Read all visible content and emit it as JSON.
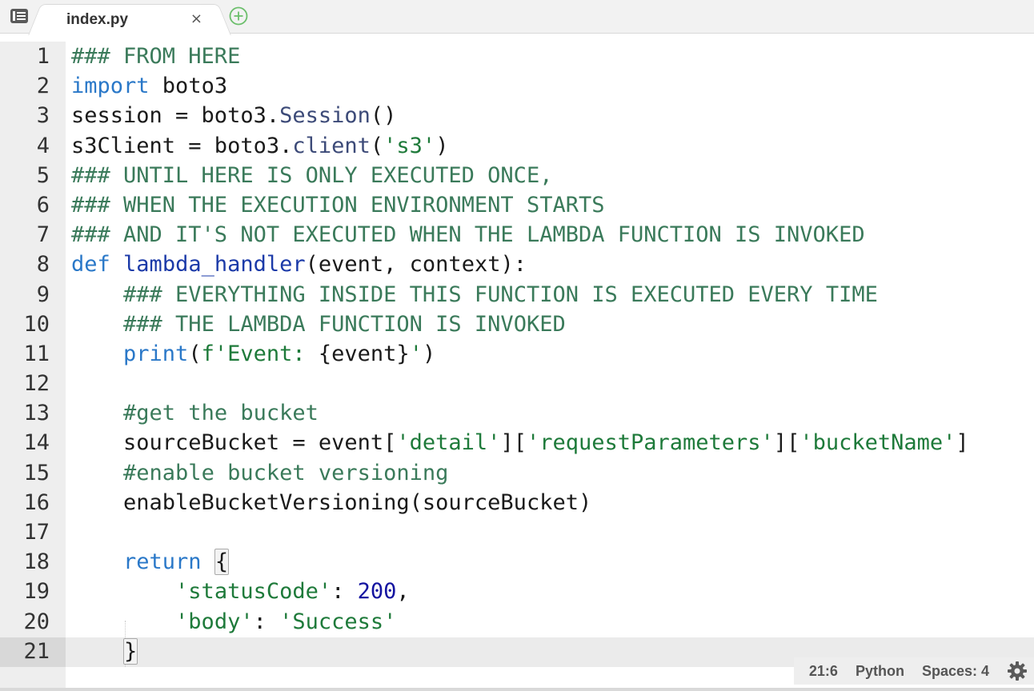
{
  "tabbar": {
    "file_tab": {
      "title": "index.py",
      "close_glyph": "×"
    },
    "menu_icon": "list-menu-icon",
    "add_icon": "add-circle-icon"
  },
  "editor": {
    "language": "Python",
    "lines": [
      {
        "n": "1",
        "tokens": [
          {
            "t": "### FROM HERE",
            "k": "comment"
          }
        ]
      },
      {
        "n": "2",
        "tokens": [
          {
            "t": "import",
            "k": "keyword"
          },
          {
            "t": " boto3",
            "k": "plain"
          }
        ]
      },
      {
        "n": "3",
        "tokens": [
          {
            "t": "session = boto3.",
            "k": "plain"
          },
          {
            "t": "Session",
            "k": "method"
          },
          {
            "t": "()",
            "k": "plain"
          }
        ]
      },
      {
        "n": "4",
        "tokens": [
          {
            "t": "s3Client = boto3.",
            "k": "plain"
          },
          {
            "t": "client",
            "k": "method"
          },
          {
            "t": "(",
            "k": "plain"
          },
          {
            "t": "'s3'",
            "k": "string"
          },
          {
            "t": ")",
            "k": "plain"
          }
        ]
      },
      {
        "n": "5",
        "tokens": [
          {
            "t": "### UNTIL HERE IS ONLY EXECUTED ONCE,",
            "k": "comment"
          }
        ]
      },
      {
        "n": "6",
        "tokens": [
          {
            "t": "### WHEN THE EXECUTION ENVIRONMENT STARTS",
            "k": "comment"
          }
        ]
      },
      {
        "n": "7",
        "tokens": [
          {
            "t": "### AND IT'S NOT EXECUTED WHEN THE LAMBDA FUNCTION IS INVOKED",
            "k": "comment"
          }
        ]
      },
      {
        "n": "8",
        "tokens": [
          {
            "t": "def",
            "k": "keyword"
          },
          {
            "t": " ",
            "k": "plain"
          },
          {
            "t": "lambda_handler",
            "k": "func"
          },
          {
            "t": "(event, context):",
            "k": "plain"
          }
        ]
      },
      {
        "n": "9",
        "tokens": [
          {
            "t": "    ",
            "k": "plain"
          },
          {
            "t": "### EVERYTHING INSIDE THIS FUNCTION IS EXECUTED EVERY TIME",
            "k": "comment"
          }
        ]
      },
      {
        "n": "10",
        "tokens": [
          {
            "t": "    ",
            "k": "plain"
          },
          {
            "t": "### THE LAMBDA FUNCTION IS INVOKED",
            "k": "comment"
          }
        ]
      },
      {
        "n": "11",
        "tokens": [
          {
            "t": "    ",
            "k": "plain"
          },
          {
            "t": "print",
            "k": "keyword"
          },
          {
            "t": "(",
            "k": "plain"
          },
          {
            "t": "f'Event: ",
            "k": "string"
          },
          {
            "t": "{event}",
            "k": "plain"
          },
          {
            "t": "'",
            "k": "string"
          },
          {
            "t": ")",
            "k": "plain"
          }
        ]
      },
      {
        "n": "12",
        "tokens": []
      },
      {
        "n": "13",
        "tokens": [
          {
            "t": "    ",
            "k": "plain"
          },
          {
            "t": "#get the bucket",
            "k": "comment"
          }
        ]
      },
      {
        "n": "14",
        "tokens": [
          {
            "t": "    sourceBucket = event[",
            "k": "plain"
          },
          {
            "t": "'detail'",
            "k": "string"
          },
          {
            "t": "][",
            "k": "plain"
          },
          {
            "t": "'requestParameters'",
            "k": "string"
          },
          {
            "t": "][",
            "k": "plain"
          },
          {
            "t": "'bucketName'",
            "k": "string"
          },
          {
            "t": "]",
            "k": "plain"
          }
        ]
      },
      {
        "n": "15",
        "tokens": [
          {
            "t": "    ",
            "k": "plain"
          },
          {
            "t": "#enable bucket versioning",
            "k": "comment"
          }
        ]
      },
      {
        "n": "16",
        "tokens": [
          {
            "t": "    enableBucketVersioning(sourceBucket)",
            "k": "plain"
          }
        ]
      },
      {
        "n": "17",
        "tokens": []
      },
      {
        "n": "18",
        "tokens": [
          {
            "t": "    ",
            "k": "plain"
          },
          {
            "t": "return",
            "k": "keyword"
          },
          {
            "t": " ",
            "k": "plain"
          },
          {
            "t": "{",
            "k": "bracket"
          }
        ]
      },
      {
        "n": "19",
        "tokens": [
          {
            "t": "        ",
            "k": "plain"
          },
          {
            "t": "'statusCode'",
            "k": "string"
          },
          {
            "t": ": ",
            "k": "plain"
          },
          {
            "t": "200",
            "k": "number"
          },
          {
            "t": ",",
            "k": "plain"
          }
        ]
      },
      {
        "n": "20",
        "tokens": [
          {
            "t": "        ",
            "k": "plain"
          },
          {
            "t": "'body'",
            "k": "string"
          },
          {
            "t": ": ",
            "k": "plain"
          },
          {
            "t": "'Success'",
            "k": "string"
          }
        ]
      },
      {
        "n": "21",
        "tokens": [
          {
            "t": "    ",
            "k": "plain"
          },
          {
            "t": "}",
            "k": "bracket"
          }
        ]
      }
    ],
    "active_line": "21"
  },
  "statusbar": {
    "cursor_position": "21:6",
    "language": "Python",
    "indentation": "Spaces: 4",
    "settings_icon": "gear-icon"
  },
  "colors": {
    "comment": "#3a7a5a",
    "keyword": "#2a78c8",
    "function": "#1b3aa8",
    "string": "#1e7a3a",
    "number": "#1414a0"
  }
}
